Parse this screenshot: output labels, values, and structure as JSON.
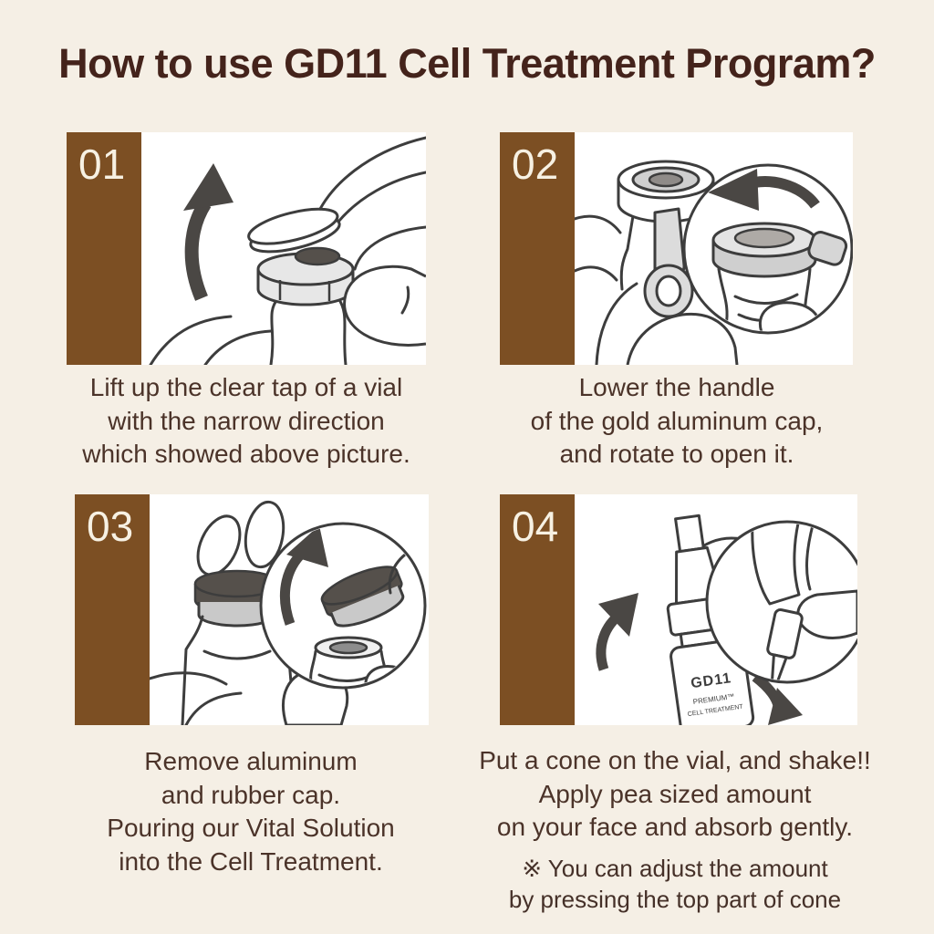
{
  "page": {
    "title": "How to use GD11 Cell Treatment Program?",
    "colors": {
      "background": "#f5efe5",
      "panel": "#ffffff",
      "accent_brown": "#7c4f23",
      "title_text": "#44231b",
      "body_text": "#4b3329",
      "number_text": "#f7f1e3",
      "line_art": "#3d3d3d",
      "arrow": "#4a4744"
    }
  },
  "steps": [
    {
      "number": "01",
      "caption": "Lift up the clear tap of a vial\nwith the narrow direction\nwhich showed above picture."
    },
    {
      "number": "02",
      "caption": "Lower the handle\nof the gold aluminum cap,\nand rotate to open it."
    },
    {
      "number": "03",
      "caption": "Remove aluminum\nand rubber cap.\nPouring our Vital Solution\ninto the Cell Treatment."
    },
    {
      "number": "04",
      "caption": "Put a cone on the vial, and shake!!\nApply pea sized amount\non your face and absorb gently."
    }
  ],
  "note": "※ You can adjust the amount\nby pressing the top part of cone",
  "bottle_label": {
    "brand": "GD11",
    "line1": "PREMIUM™",
    "line2": "CELL TREATMENT"
  }
}
